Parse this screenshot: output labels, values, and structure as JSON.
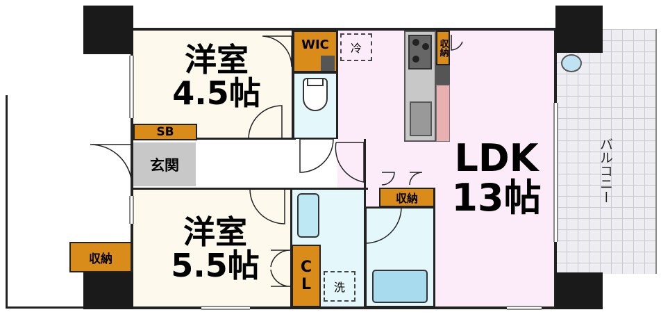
{
  "rooms": {
    "western_room_1": {
      "name": "洋室",
      "size": "4.5帖"
    },
    "western_room_2": {
      "name": "洋室",
      "size": "5.5帖"
    },
    "ldk": {
      "name": "LDK",
      "size": "13帖"
    },
    "entrance": "玄関",
    "balcony": "バルコニー"
  },
  "storage": {
    "wic": "WIC",
    "sb": "SB",
    "storage_left": "収納",
    "storage_mid": "収納",
    "storage_kitchen": "収納",
    "cl_c": "C",
    "cl_l": "L"
  },
  "appliances": {
    "fridge": "冷",
    "washer": "洗"
  },
  "colors": {
    "western_room": "#fdf9ec",
    "ldk": "#fcecf9",
    "wet_area": "#e4f7fa",
    "entrance": "#c8c8c8",
    "storage": "#d98c1a",
    "balcony": "#ededf2",
    "wall": "#222222"
  }
}
